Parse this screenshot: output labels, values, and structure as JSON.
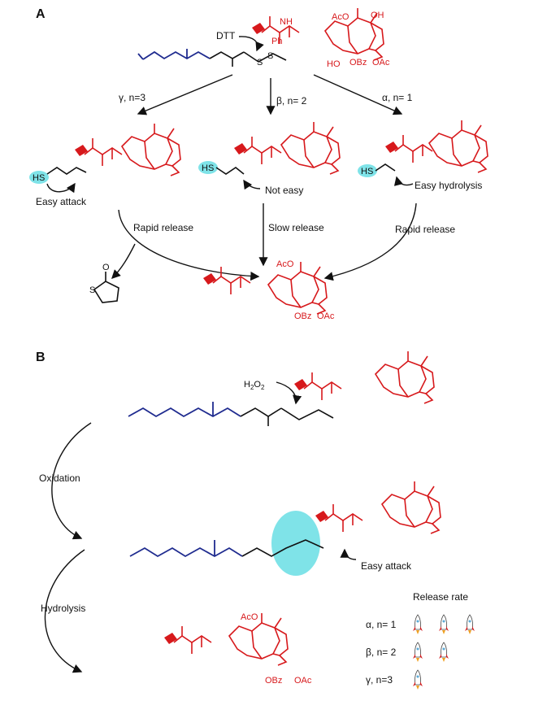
{
  "panels": {
    "a": {
      "letter": "A",
      "trigger": "DTT",
      "routes": {
        "gamma": {
          "label": "γ, n=3",
          "note": "Easy attack",
          "release": "Rapid release"
        },
        "beta": {
          "label": "β, n= 2",
          "note": "Not easy",
          "release": "Slow release"
        },
        "alpha": {
          "label": "α, n= 1",
          "note": "Easy hydrolysis",
          "release": "Rapid release"
        }
      }
    },
    "b": {
      "letter": "B",
      "oxidant": "H2O2",
      "oxidation": "Oxidation",
      "hydrolysis": "Hydrolysis",
      "attack": "Easy attack",
      "release_rate": {
        "title": "Release rate",
        "rows": [
          {
            "label": "α, n= 1",
            "rockets": 3
          },
          {
            "label": "β, n= 2",
            "rockets": 2
          },
          {
            "label": "γ, n=3",
            "rockets": 1
          }
        ]
      }
    }
  },
  "chem_labels": {
    "ac_o": "AcO",
    "oh": "OH",
    "ho": "HO",
    "obz": "OBz",
    "oac": "OAc",
    "nh": "NH",
    "ph": "Ph",
    "o": "O",
    "s": "S",
    "sh": "HS",
    "n": "n"
  },
  "colors": {
    "drug": "#d7191c",
    "linker": "#111111",
    "tail": "#1f2b8f",
    "highlight": "#7fe3e8"
  }
}
